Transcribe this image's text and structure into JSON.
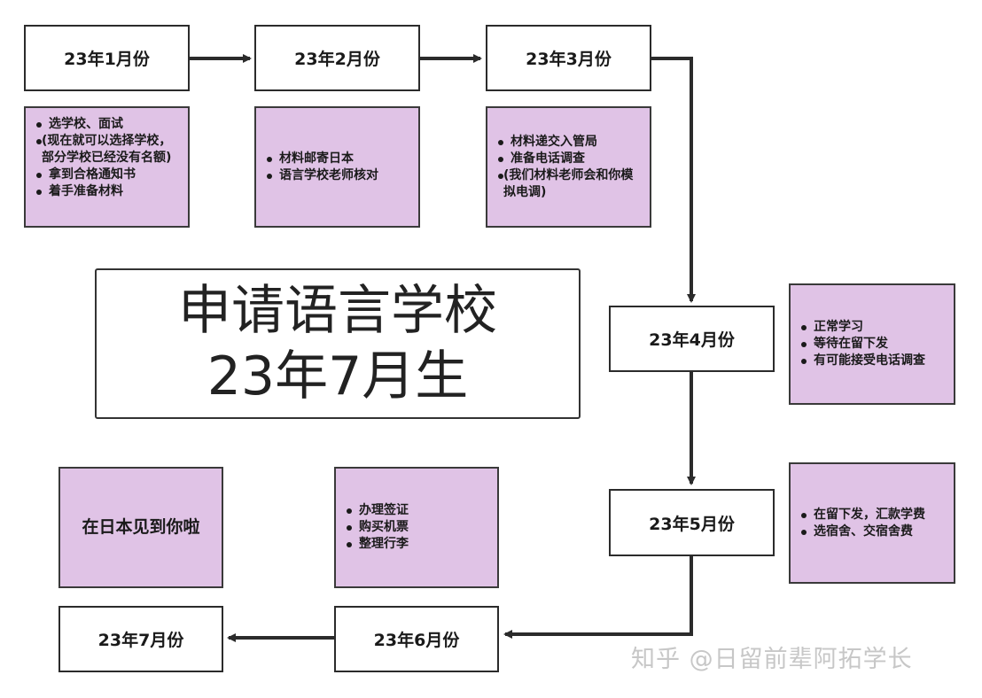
{
  "title": {
    "line1": "申请语言学校",
    "line2": "23年7月生"
  },
  "months": {
    "jan": "23年1月份",
    "feb": "23年2月份",
    "mar": "23年3月份",
    "apr": "23年4月份",
    "may": "23年5月份",
    "jun": "23年6月份",
    "jul": "23年7月份"
  },
  "notes": {
    "jan": {
      "item1": "选学校、面试",
      "item1_sub": "(现在就可以选择学校，部分学校已经没有名额)",
      "item2": "拿到合格通知书",
      "item3": "着手准备材料"
    },
    "feb": {
      "item1": "材料邮寄日本",
      "item2": "语言学校老师核对"
    },
    "mar": {
      "item1": "材料递交入管局",
      "item2": "准备电话调查",
      "item2_sub": "(我们材料老师会和你模拟电调)"
    },
    "apr": {
      "item1": "正常学习",
      "item2": "等待在留下发",
      "item3": "有可能接受电话调查"
    },
    "may": {
      "item1": "在留下发，汇款学费",
      "item2": "选宿舍、交宿舍费"
    },
    "jun": {
      "item1": "办理签证",
      "item2": "购买机票",
      "item3": "整理行李"
    },
    "jul": {
      "text": "在日本见到你啦"
    }
  },
  "watermark": "知乎 @日留前辈阿拓学长",
  "colors": {
    "note_fill": "#e0c3e6",
    "border": "#2b2b2b",
    "arrow": "#2b2b2b",
    "watermark": "#c7c7c7"
  }
}
